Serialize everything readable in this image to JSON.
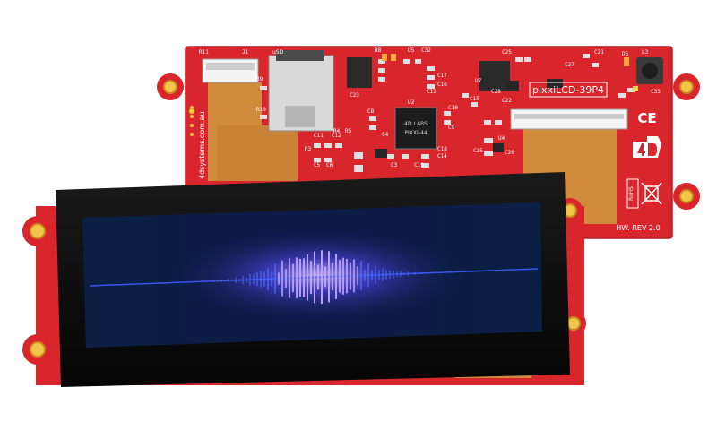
{
  "board": {
    "model_label": "pixxiLCD-39P4",
    "website_text": "4dsystems.com.au",
    "rev_text": "HW. REV 2.0",
    "chip_brand": "4D LABS",
    "chip_name": "PIXXI-44",
    "ce_mark": "CE",
    "rohs_mark": "RoHS",
    "usd_label": "uSD",
    "pcb_color": "#d9262c",
    "ribbon_color": "#d08a3c",
    "part_labels": [
      "R11",
      "J1",
      "C11",
      "R10",
      "C12",
      "R9",
      "C23",
      "R8",
      "U5",
      "C32",
      "C25",
      "C21",
      "C27",
      "D5",
      "L3",
      "C33",
      "U4",
      "C17",
      "C16",
      "C13",
      "C15",
      "C35",
      "C20",
      "C10",
      "C9",
      "C14",
      "C28",
      "U2",
      "C4",
      "C8",
      "C3",
      "R3",
      "R4",
      "R5",
      "C5",
      "C6",
      "C18",
      "C19",
      "C22",
      "U7"
    ]
  },
  "screen": {
    "bezel_color": "#0a0a0a",
    "display_bg": "#0a1a3c",
    "waveform_color": "#4b6dff",
    "waveform_glow": "#c0a8ff"
  }
}
